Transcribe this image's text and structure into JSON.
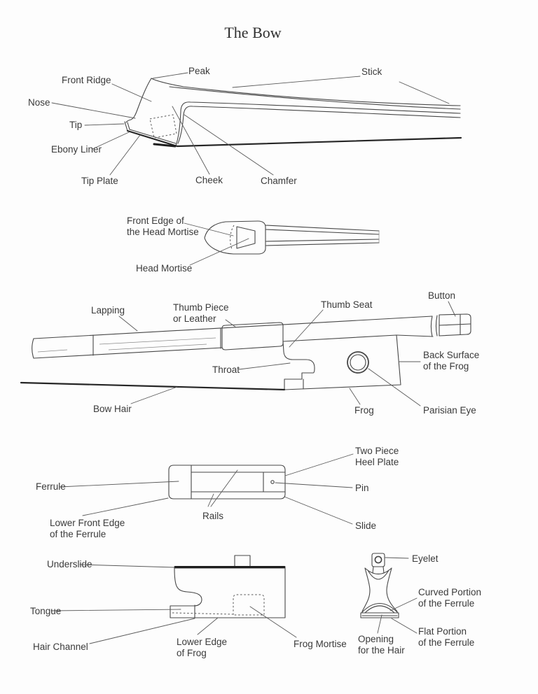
{
  "title": "The Bow",
  "colors": {
    "background": "#fdfdfd",
    "line_ink": "#474747",
    "text_ink": "#3a3a3a"
  },
  "labels": {
    "peak": "Peak",
    "front_ridge": "Front Ridge",
    "nose": "Nose",
    "tip": "Tip",
    "ebony_liner": "Ebony Liner",
    "tip_plate": "Tip Plate",
    "cheek": "Cheek",
    "chamfer": "Chamfer",
    "stick": "Stick",
    "front_edge_head_mortise": "Front Edge of\nthe Head Mortise",
    "head_mortise": "Head Mortise",
    "lapping": "Lapping",
    "thumb_piece": "Thumb Piece\nor Leather",
    "thumb_seat": "Thumb Seat",
    "button": "Button",
    "throat": "Throat",
    "back_surface": "Back Surface\nof the Frog",
    "bow_hair": "Bow Hair",
    "frog": "Frog",
    "parisian_eye": "Parisian Eye",
    "two_piece_heel_plate": "Two Piece\nHeel Plate",
    "ferrule": "Ferrule",
    "pin": "Pin",
    "rails": "Rails",
    "lower_front_edge": "Lower Front Edge\nof the Ferrule",
    "slide": "Slide",
    "underslide": "Underslide",
    "tongue": "Tongue",
    "hair_channel": "Hair Channel",
    "lower_edge_frog": "Lower Edge\nof Frog",
    "frog_mortise": "Frog Mortise",
    "eyelet": "Eyelet",
    "curved_portion": "Curved Portion\nof the Ferrule",
    "flat_portion": "Flat Portion\nof the Ferrule",
    "opening_hair": "Opening\nfor the Hair"
  }
}
